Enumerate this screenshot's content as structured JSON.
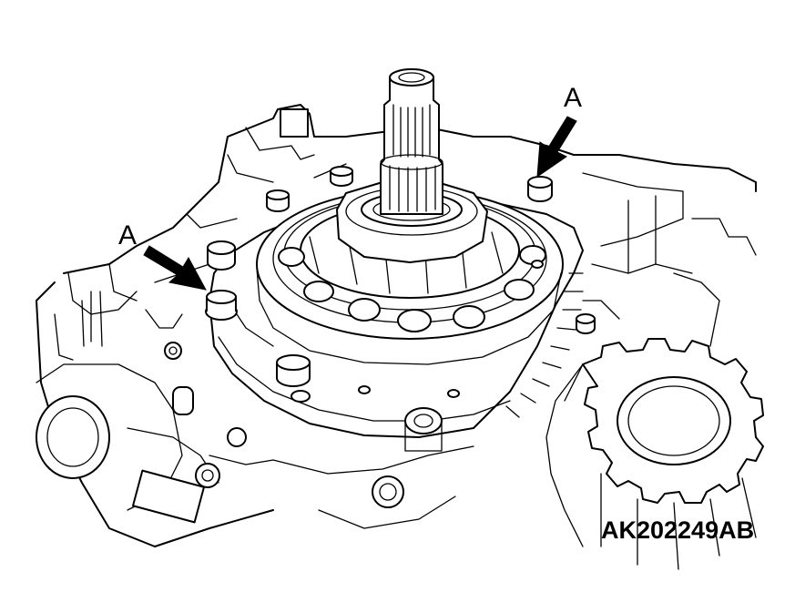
{
  "callouts": [
    {
      "id": "a-right",
      "label": "A"
    },
    {
      "id": "a-left",
      "label": "A"
    }
  ],
  "figure_code": "AK202249AB",
  "colors": {
    "line": "#000000",
    "background": "#ffffff"
  }
}
